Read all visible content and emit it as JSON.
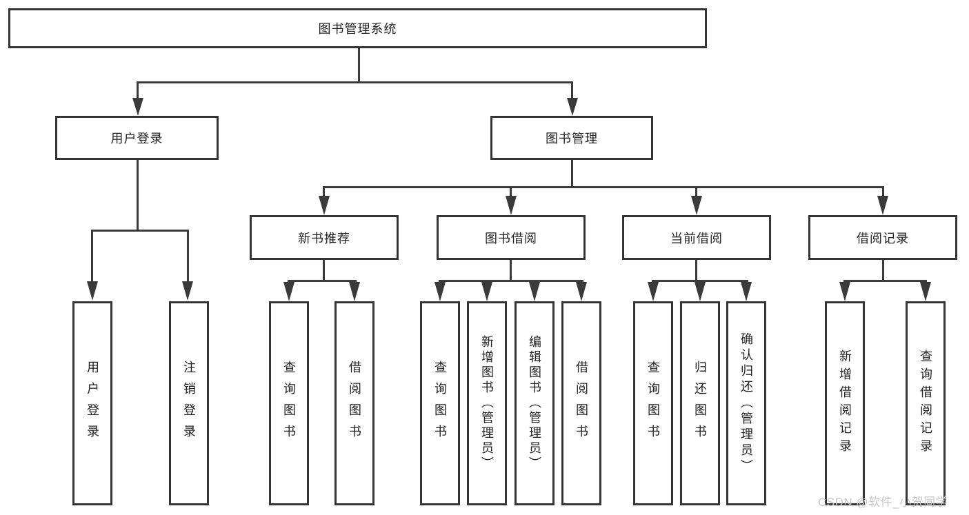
{
  "diagram": {
    "root": {
      "label": "图书管理系统"
    },
    "level2": {
      "user_login": {
        "label": "用户登录"
      },
      "book_management": {
        "label": "图书管理"
      }
    },
    "level3": {
      "new_book_recommend": {
        "label": "新书推荐"
      },
      "book_borrow": {
        "label": "图书借阅"
      },
      "current_borrow": {
        "label": "当前借阅"
      },
      "borrow_records": {
        "label": "借阅记录"
      }
    },
    "leaves": {
      "user_login": "用户登录",
      "logout": "注销登录",
      "rec_query_book": "查询图书",
      "rec_borrow_book": "借阅图书",
      "bb_query_book": "查询图书",
      "bb_add_book_admin": "新增图书（管理员）",
      "bb_edit_book_admin": "编辑图书（管理员）",
      "bb_borrow_book": "借阅图书",
      "cb_query_book": "查询图书",
      "cb_return_book": "归还图书",
      "cb_confirm_return_admin": "确认归还（管理员）",
      "br_add_record": "新增借阅记录",
      "br_query_record": "查询借阅记录"
    },
    "watermark": "CSDN @软件_小贺同学",
    "colors": {
      "line": "#3a3a3a",
      "border": "#343434",
      "text": "#222222",
      "watermark": "#c6c6c6",
      "background": "#ffffff"
    }
  }
}
